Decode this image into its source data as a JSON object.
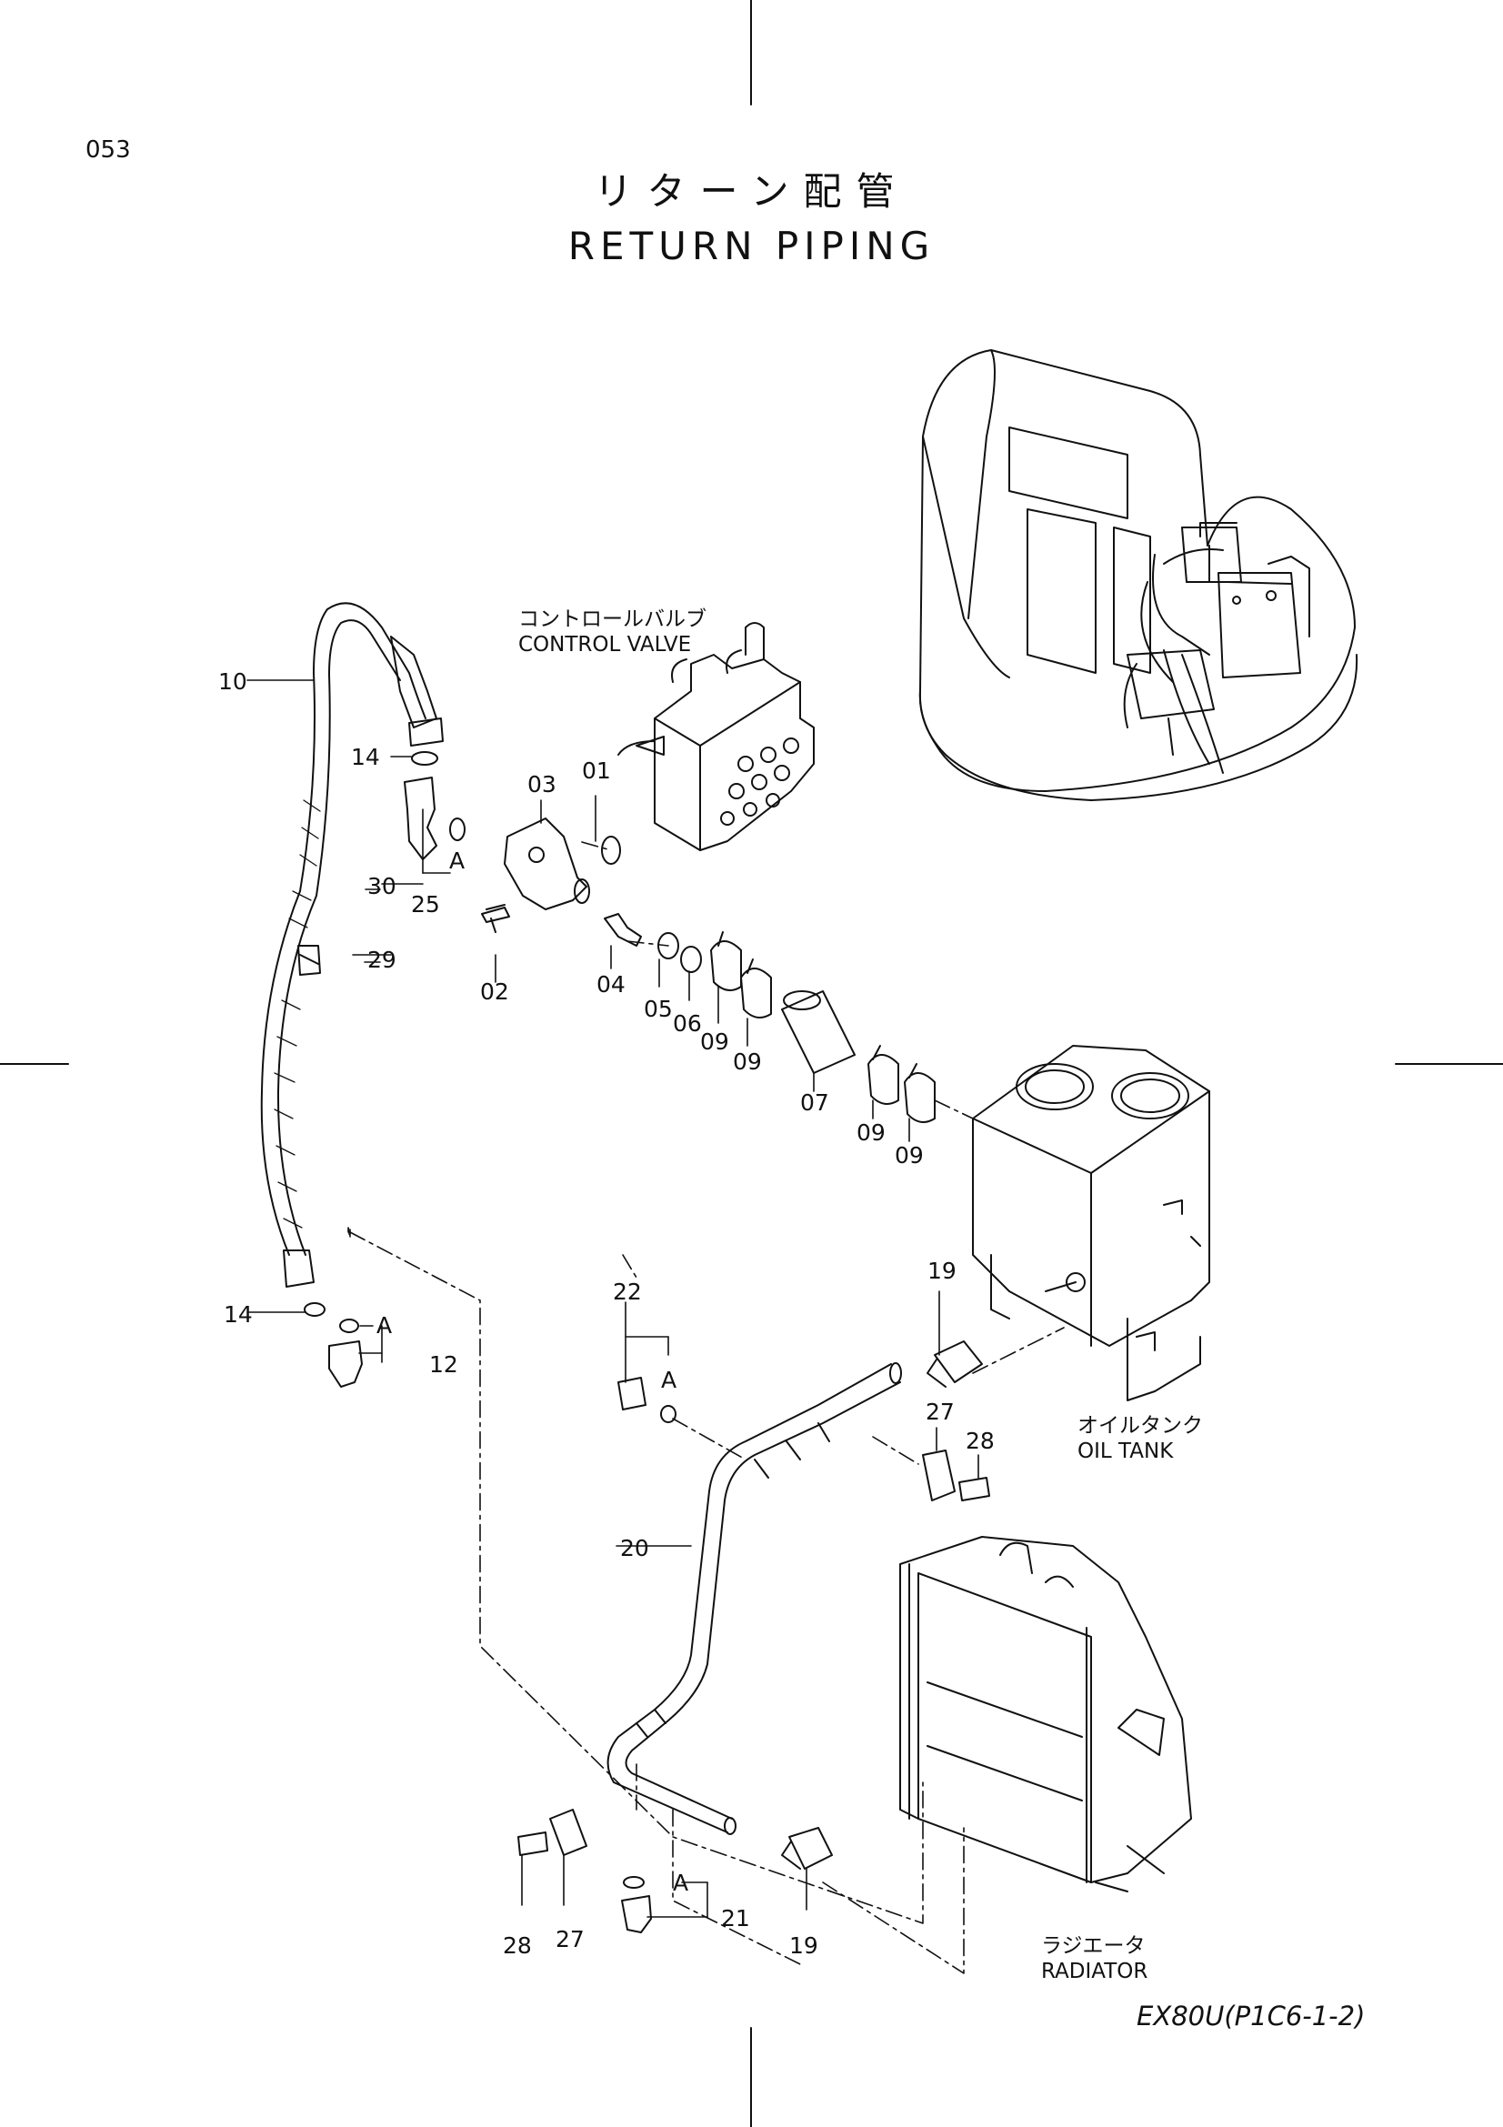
{
  "page_number": "053",
  "title": {
    "japanese": "リターン配管",
    "english": "RETURN PIPING"
  },
  "components": {
    "control_valve": {
      "japanese": "コントロールバルブ",
      "english": "CONTROL VALVE"
    },
    "oil_tank": {
      "japanese": "オイルタンク",
      "english": "OIL TANK"
    },
    "radiator": {
      "japanese": "ラジエータ",
      "english": "RADIATOR"
    }
  },
  "model_code": "EX80U(P1C6-1-2)",
  "part_numbers": {
    "p01": "01",
    "p02": "02",
    "p03": "03",
    "p04": "04",
    "p05": "05",
    "p06": "06",
    "p07": "07",
    "p09a": "09",
    "p09b": "09",
    "p09c": "09",
    "p09d": "09",
    "p10": "10",
    "p12": "12",
    "p14a": "14",
    "p14b": "14",
    "p19a": "19",
    "p19b": "19",
    "p20": "20",
    "p21": "21",
    "p22": "22",
    "p25": "25",
    "p27a": "27",
    "p27b": "27",
    "p28a": "28",
    "p28b": "28",
    "p29": "29",
    "p30": "30"
  },
  "reference_marks": {
    "a1": "A",
    "a2": "A",
    "a3": "A",
    "a4": "A"
  }
}
